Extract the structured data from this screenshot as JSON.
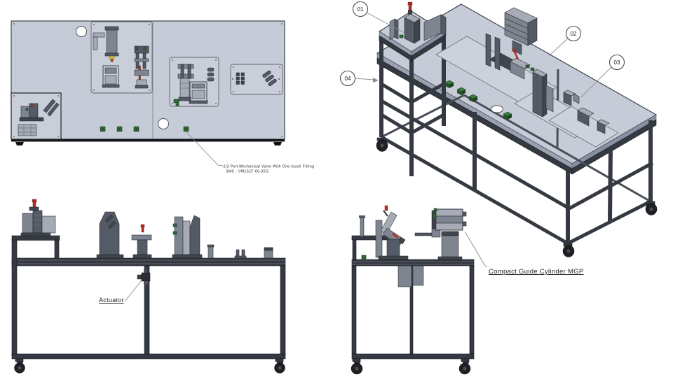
{
  "colors": {
    "background": "#ffffff",
    "panel": "#c5cbd7",
    "panel_light": "#c9ced9",
    "panel_plate": "#ccd1dc",
    "panel_edge": "#9aa2b2",
    "panel_edge2": "#8791a3",
    "frame": "#353a42",
    "frame_dark": "#1b1d21",
    "component": "#7e8591",
    "component_dark": "#555b66",
    "component_light": "#a6abb5",
    "green": "#2e6b34",
    "red": "#b12f23",
    "yellow": "#c5b23a",
    "leader": "#8c8c8c",
    "text": "#1f1f1f"
  },
  "callouts": {
    "b01": "01",
    "b02": "02",
    "b03": "03",
    "b04": "04"
  },
  "labels": {
    "valve_line1": "2/3 Port Mechanical Valve With One-touch Fitting",
    "valve_line2": "SMC : VM151F-06-35G",
    "actuator": "Actuator",
    "mgp": "Compact Guide Cylinder MGP"
  }
}
